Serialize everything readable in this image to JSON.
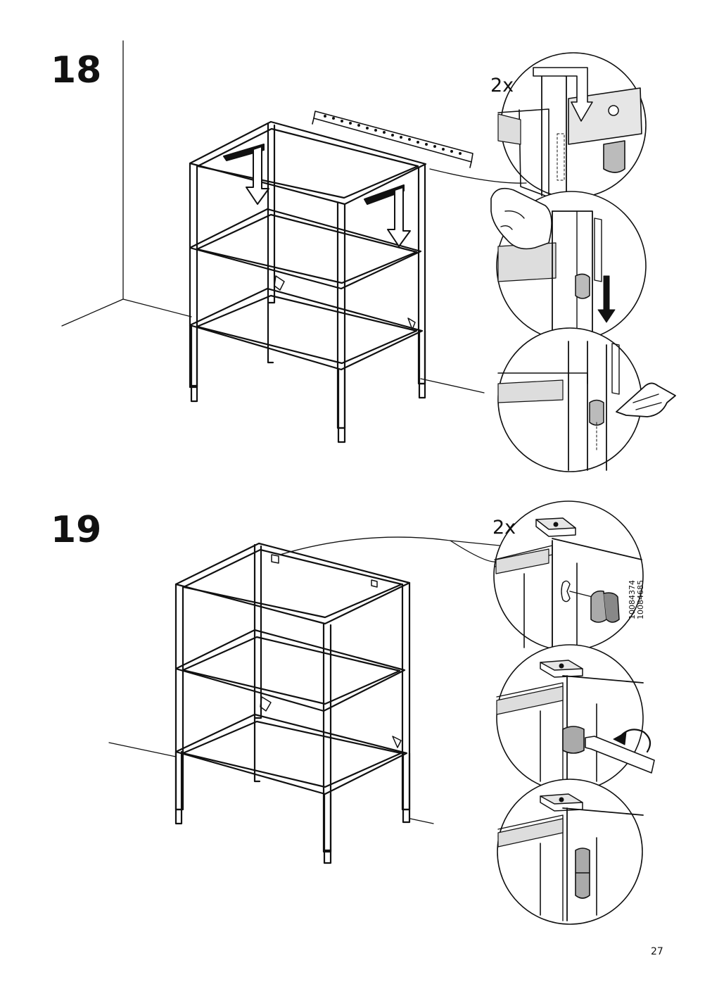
{
  "steps": [
    {
      "number": "18",
      "quantity": "2x"
    },
    {
      "number": "19",
      "quantity": "2x",
      "part_numbers": [
        "10084374",
        "10084685"
      ]
    }
  ],
  "page_number": "27",
  "icons": [
    "wall-rail-icon",
    "down-arrow-icon",
    "hand-push-icon",
    "pointing-hand-icon",
    "rotate-arrow-icon",
    "screwdriver-icon"
  ]
}
